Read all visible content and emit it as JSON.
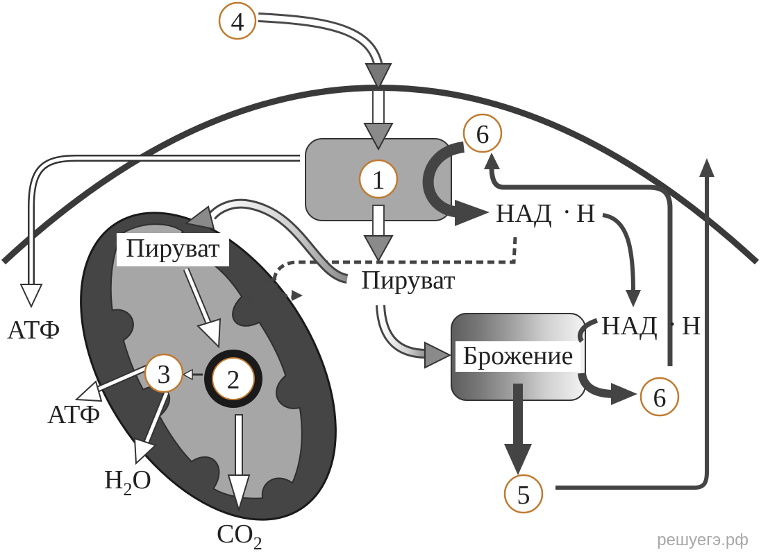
{
  "labels": {
    "piruvat_mito": "Пируват",
    "piruvat_center": "Пируват",
    "brozhenie": "Брожение",
    "nadh_top_left": "НАД",
    "nadh_top_dot": "·",
    "nadh_top_right": "Н",
    "nadh_right_left": "НАД",
    "nadh_right_dot": "·",
    "nadh_right_right": "Н",
    "atf_left": "АТФ",
    "atf_mito": "АТФ",
    "h2o_h": "H",
    "h2o_sub": "2",
    "h2o_o": "O",
    "co2_co": "CO",
    "co2_sub": "2"
  },
  "markers": {
    "m1": "1",
    "m2": "2",
    "m3": "3",
    "m4": "4",
    "m5": "5",
    "m6_top": "6",
    "m6_bottom": "6"
  },
  "watermark": "решуегэ.рф",
  "colors": {
    "marker_ring": "#c07a30",
    "arrow_dark": "#444444",
    "arrow_mid": "#8a8a8a",
    "membrane": "#3a3a3a",
    "mito_outer": "#454545",
    "mito_inner": "#a6a6a6"
  }
}
